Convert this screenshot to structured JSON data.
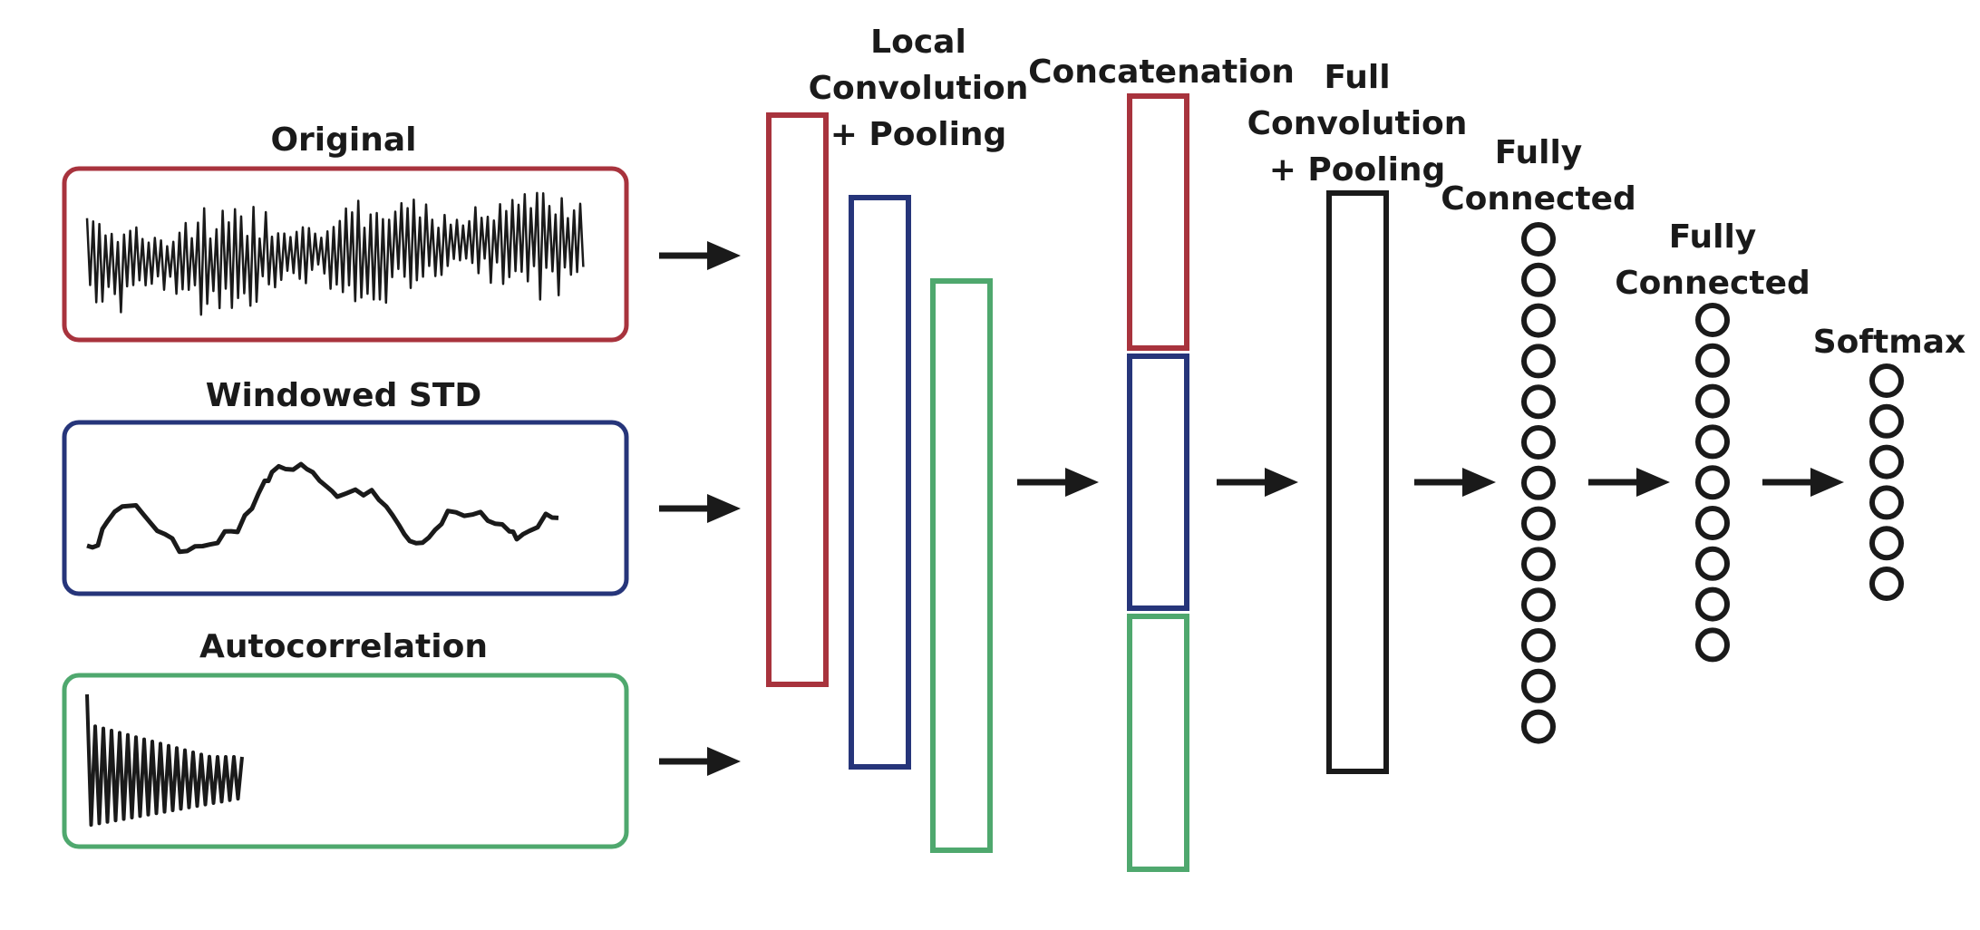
{
  "labels": {
    "original": "Original",
    "windowed_std": "Windowed STD",
    "autocorrelation": "Autocorrelation",
    "local_conv_1": "Local",
    "local_conv_2": "Convolution",
    "local_conv_3": "+ Pooling",
    "concatenation": "Concatenation",
    "full_conv_1": "Full",
    "full_conv_2": "Convolution",
    "full_conv_3": "+ Pooling",
    "fc1_1": "Fully",
    "fc1_2": "Connected",
    "fc2_1": "Fully",
    "fc2_2": "Connected",
    "softmax": "Softmax"
  },
  "colors": {
    "red": "#a8333d",
    "blue": "#26357a",
    "green": "#4fa86e",
    "black": "#1a1a1a"
  },
  "layers": {
    "fc1_nodes": 13,
    "fc2_nodes": 9,
    "softmax_nodes": 6
  }
}
